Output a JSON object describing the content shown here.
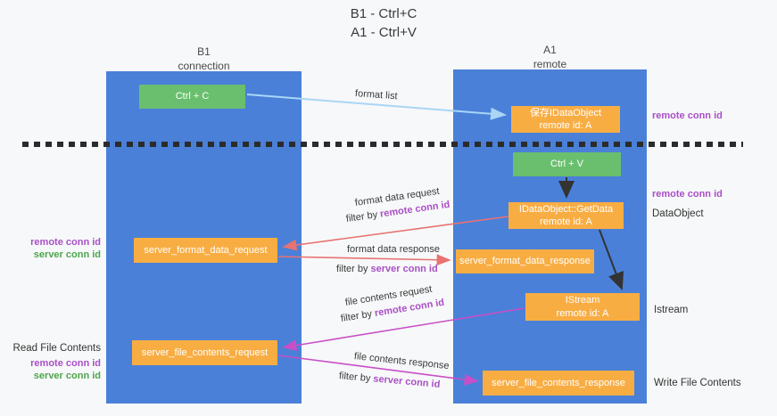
{
  "page": {
    "title_line1": "B1 - Ctrl+C",
    "title_line2": "A1 - Ctrl+V"
  },
  "lifelines": {
    "left": {
      "title": "B1",
      "subtitle": "connection"
    },
    "right": {
      "title": "A1",
      "subtitle": "remote"
    }
  },
  "boxes": {
    "ctrl_c": "Ctrl + C",
    "ctrl_v": "Ctrl + V",
    "save_idataobject_line1": "保存IDataObject",
    "save_idataobject_line2": "remote id: A",
    "getdata_line1": "IDataObject::GetData",
    "getdata_line2": "remote id: A",
    "format_request": "server_format_data_request",
    "format_response": "server_format_data_response",
    "istream_line1": "IStream",
    "istream_line2": "remote id: A",
    "file_request": "server_file_contents_request",
    "file_response": "server_file_contents_response"
  },
  "annotations": {
    "format_list": "format list",
    "format_data_request": "format data request",
    "format_data_response": "format data response",
    "file_contents_request": "file contents request",
    "file_contents_response": "file contents response",
    "filter_by": "filter by ",
    "remote_conn_id": "remote conn id",
    "server_conn_id": "server conn id"
  },
  "side_labels": {
    "remote_conn_id": "remote conn id",
    "server_conn_id": "server conn id",
    "dataobject": "DataObject",
    "istream": "Istream",
    "read_file_contents": "Read File Contents",
    "write_file_contents": "Write File Contents"
  },
  "colors": {
    "lifeline_blue": "#4a80d8",
    "box_green": "#6abf6e",
    "box_orange": "#f8ad43",
    "arrow_light_blue": "#a9d6f5",
    "arrow_salmon": "#e87272",
    "arrow_magenta": "#c84fc8",
    "arrow_black": "#333333",
    "label_purple": "#a94fc6",
    "label_green": "#4da64d"
  }
}
